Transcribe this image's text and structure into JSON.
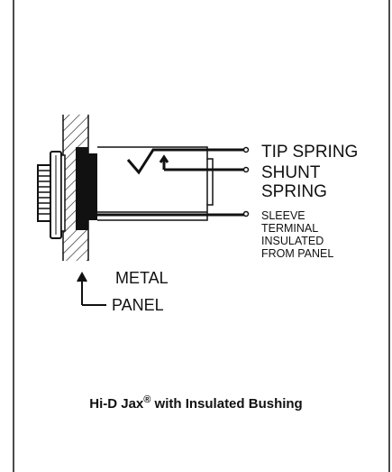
{
  "labels": {
    "tip_spring": "TIP SPRING",
    "shunt_line1": "SHUNT",
    "shunt_line2": "SPRING",
    "sleeve_line1": "SLEEVE",
    "sleeve_line2": "TERMINAL",
    "sleeve_line3": "INSULATED",
    "sleeve_line4": "FROM PANEL",
    "panel_line1": "METAL",
    "panel_line2": "PANEL"
  },
  "caption": {
    "main": "Hi-D Jax",
    "mark": "®",
    "rest": " with Insulated Bushing"
  },
  "colors": {
    "ink": "#111111",
    "background": "#ffffff"
  }
}
